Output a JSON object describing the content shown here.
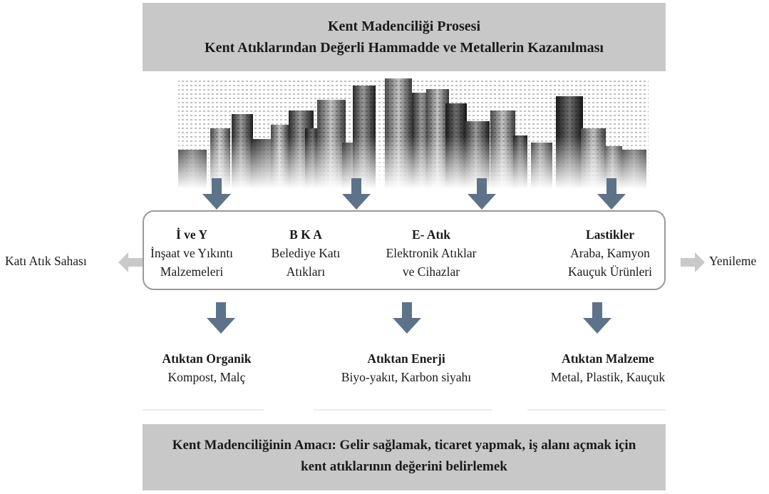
{
  "header": {
    "line1": "Kent Madenciliği Prosesi",
    "line2": "Kent Atıklarından Değerli Hammadde ve Metallerin  Kazanılması"
  },
  "categories": [
    {
      "title": "İ ve Y",
      "line1": "İnşaat ve Yıkıntı",
      "line2": "Malzemeleri"
    },
    {
      "title": "B K A",
      "line1": "Belediye Katı",
      "line2": "Atıkları"
    },
    {
      "title": "E- Atık",
      "line1": "Elektronik Atıklar",
      "line2": "ve Cihazlar"
    },
    {
      "title": "Lastikler",
      "line1": "Araba, Kamyon",
      "line2": "Kauçuk Ürünleri"
    }
  ],
  "side": {
    "left_label": "Katı Atık Sahası",
    "right_label": "Yenileme"
  },
  "outputs": [
    {
      "title": "Atıktan Organik",
      "detail": "Kompost, Malç"
    },
    {
      "title": "Atıktan Enerji",
      "detail": "Biyo-yakıt, Karbon siyahı"
    },
    {
      "title": "Atıktan Malzeme",
      "detail": "Metal, Plastik, Kauçuk"
    }
  ],
  "purpose": {
    "line1": "Kent Madenciliğinin Amacı: Gelir sağlamak, ticaret yapmak, iş alanı açmak için",
    "line2": "kent atıklarının değerini belirlemek"
  },
  "colors": {
    "banner": "#c8c8c8",
    "arrow": "#5d7389",
    "side_arrow": "#c9c9c9",
    "box_border": "#9a9a9a"
  }
}
